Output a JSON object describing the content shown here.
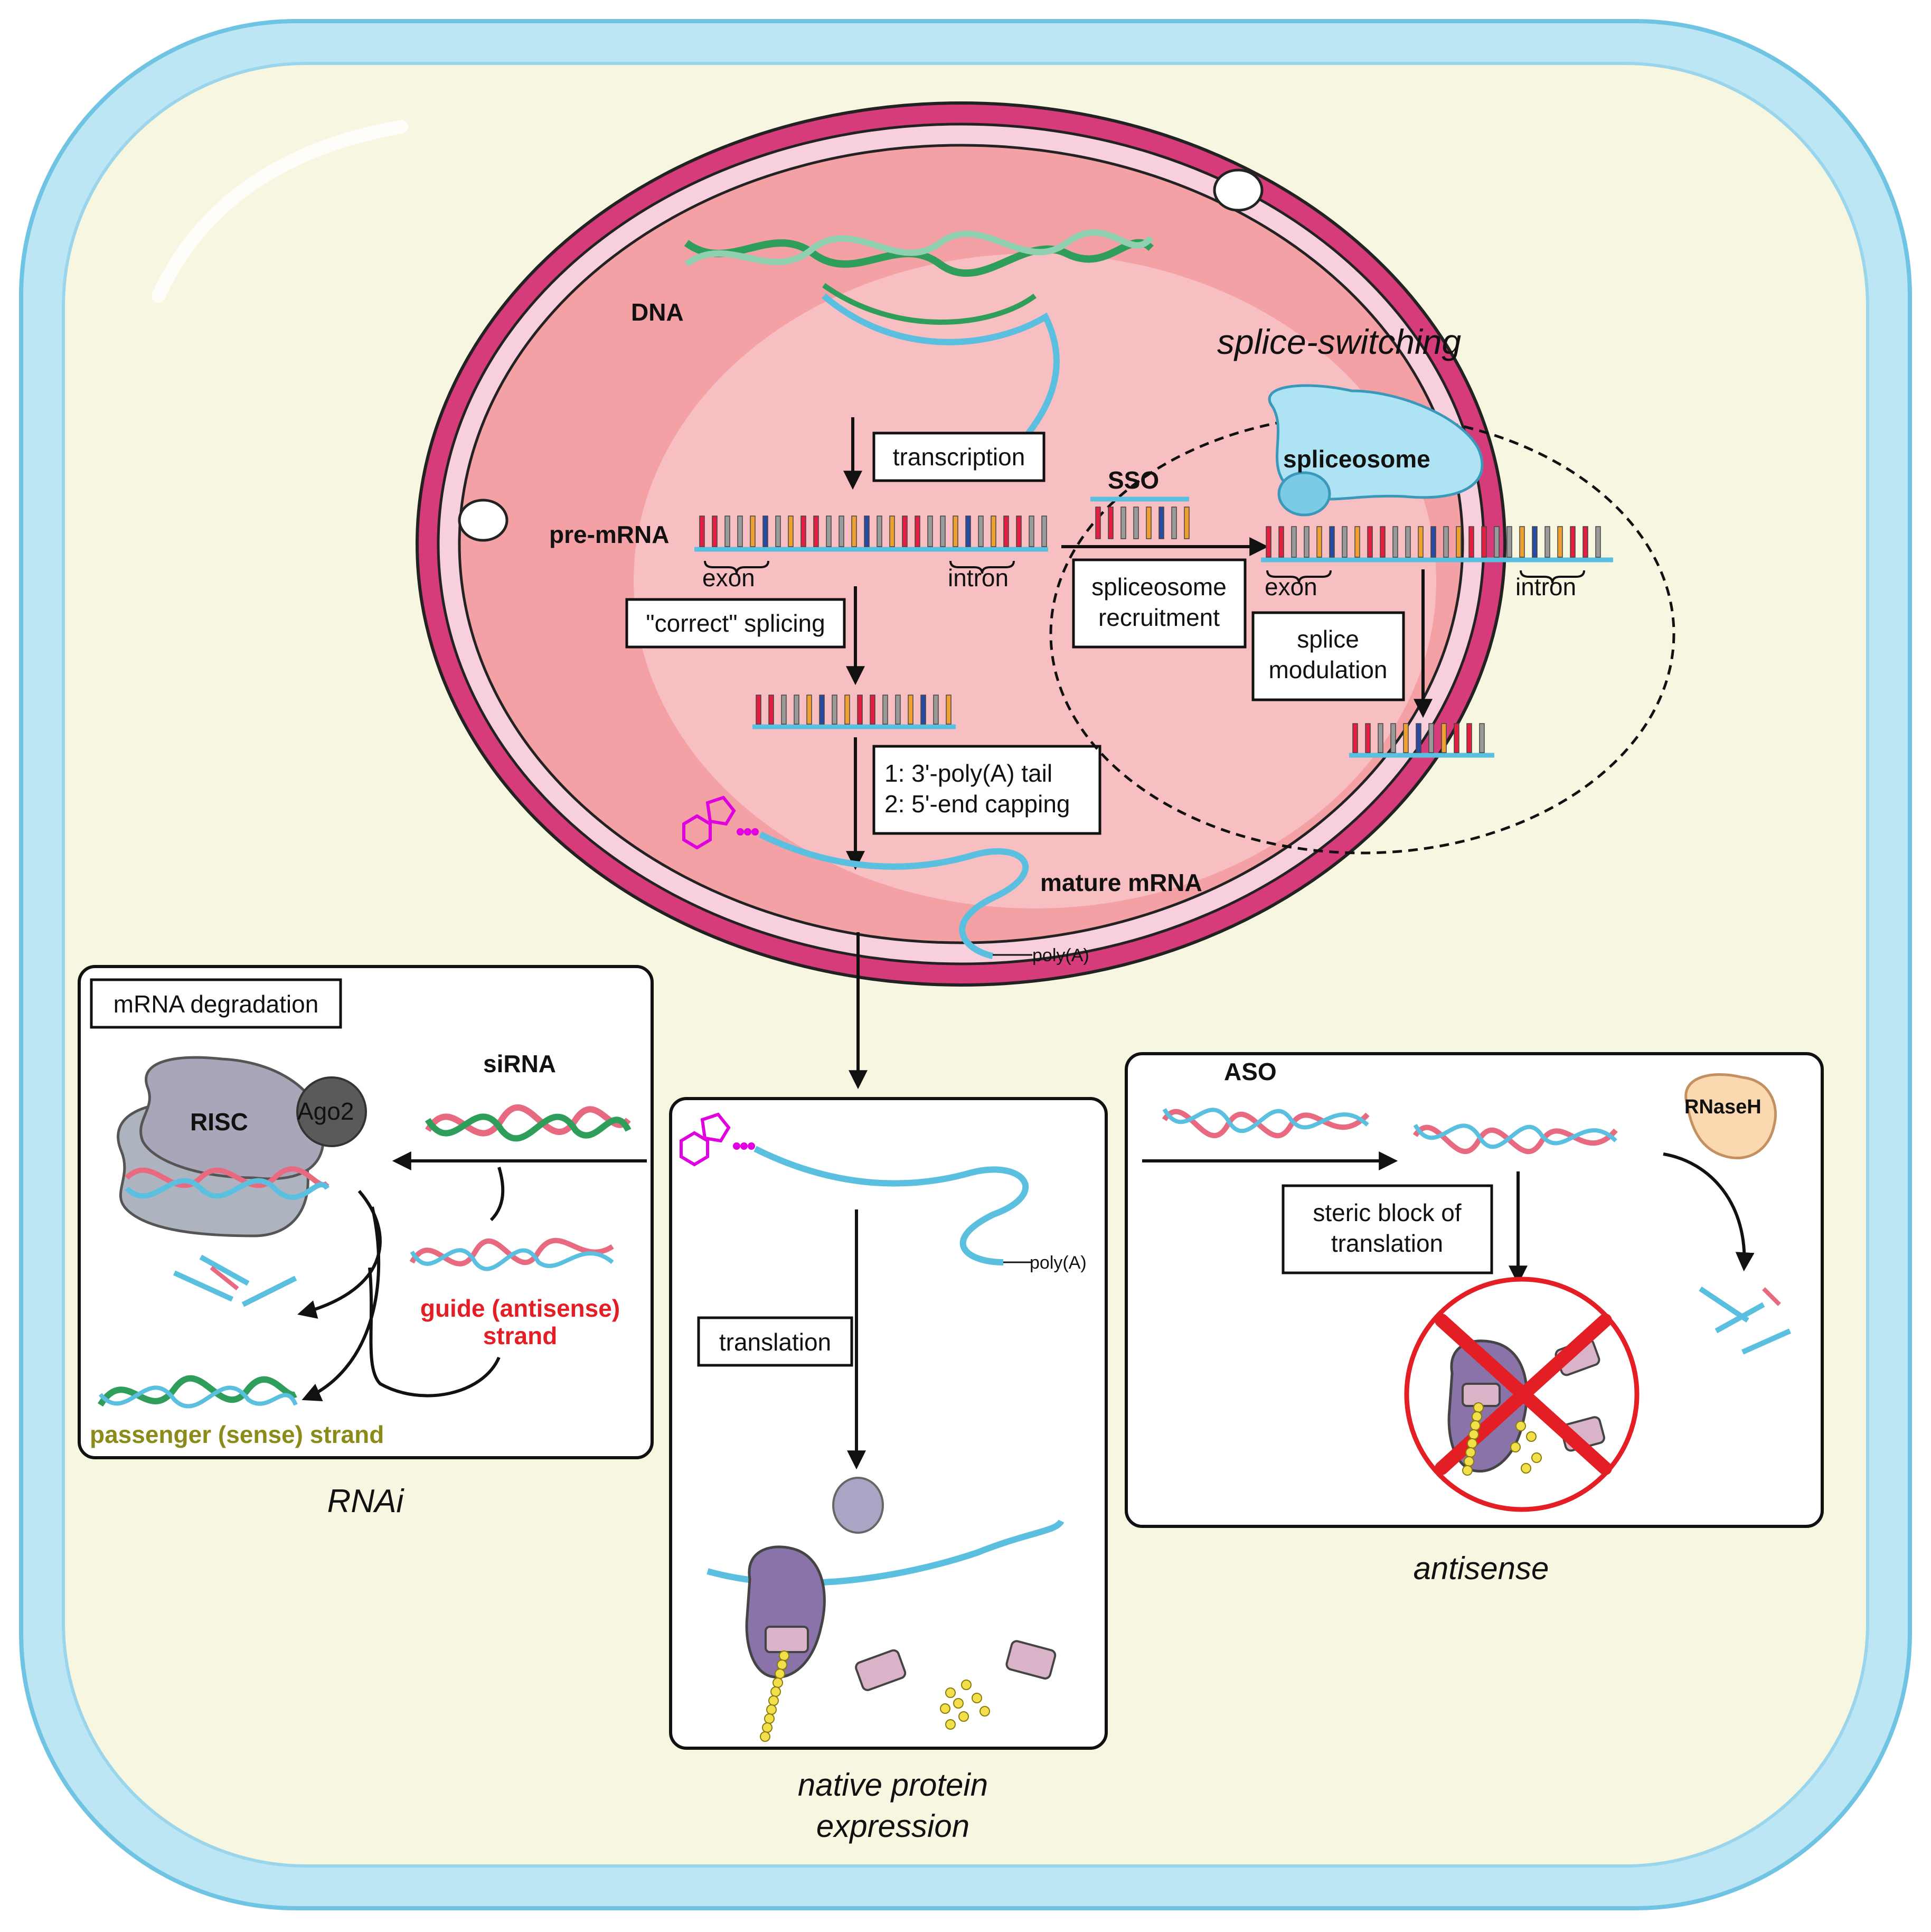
{
  "colors": {
    "cell_border": "#bde6f5",
    "cytoplasm": "#f7f6e0",
    "nucleus": "#f4a1a6",
    "nucleus_inner": "#f8c4c7",
    "envelope": "#f8cfdc",
    "pore": "#d63c7a",
    "backbone": "#5bbfe0",
    "guide_text": "#e31e24",
    "passenger_text": "#8b8b1a",
    "cap": "#e000e0"
  },
  "nucleus": {
    "dna_label": "DNA",
    "transcription": "transcription",
    "pre_mrna_label": "pre-mRNA",
    "exon_label": "exon",
    "intron_label": "intron",
    "correct_splicing": "\"correct\" splicing",
    "processing_line1": "1: 3'-poly(A) tail",
    "processing_line2": "2: 5'-end capping",
    "mature_mrna_label": "mature mRNA",
    "poly_a": "poly(A)"
  },
  "splice_switching": {
    "title": "splice-switching",
    "sso_label": "SSO",
    "spliceosome_label": "spliceosome",
    "recruitment_line1": "spliceosome",
    "recruitment_line2": "recruitment",
    "exon_label": "exon",
    "intron_label": "intron",
    "modulation_line1": "splice",
    "modulation_line2": "modulation"
  },
  "rnai": {
    "title": "RNAi",
    "degradation": "mRNA degradation",
    "risc_label": "RISC",
    "ago2_label": "Ago2",
    "sirna_label": "siRNA",
    "guide_line1": "guide (antisense)",
    "guide_line2": "strand",
    "passenger": "passenger (sense) strand"
  },
  "native": {
    "title_line1": "native protein",
    "title_line2": "expression",
    "poly_a": "poly(A)",
    "translation": "translation"
  },
  "antisense": {
    "title": "antisense",
    "aso_label": "ASO",
    "rnaseh_label": "RNaseH",
    "steric_line1": "steric block of",
    "steric_line2": "translation"
  }
}
